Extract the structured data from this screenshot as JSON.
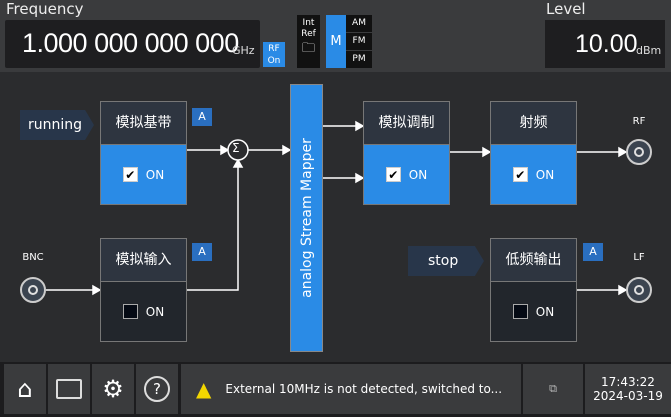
{
  "header": {
    "frequency_label": "Frequency",
    "frequency_value": "1.000 000 000 000",
    "frequency_unit": "GHz",
    "rf_label": "RF",
    "rf_state": "On",
    "int_ref": [
      "Int",
      "Ref"
    ],
    "mod_label": "M",
    "mod_options": [
      "AM",
      "FM",
      "PM"
    ],
    "mod_selected": "FM",
    "level_label": "Level",
    "level_value": "10.00",
    "level_unit": "dBm"
  },
  "diagram": {
    "running_tag": "running",
    "stop_tag": "stop",
    "badge": "A",
    "sum_symbol": "Σ",
    "mapper": "analog Stream Mapper",
    "blocks": {
      "baseband": {
        "title": "模拟基带",
        "state": "ON"
      },
      "analog_in": {
        "title": "模拟输入",
        "state": "ON"
      },
      "modulation": {
        "title": "模拟调制",
        "state": "ON"
      },
      "rf": {
        "title": "射频",
        "state": "ON"
      },
      "lf_out": {
        "title": "低频输出",
        "state": "ON"
      }
    },
    "connectors": {
      "bnc": "BNC",
      "rf": "RF",
      "lf": "LF"
    }
  },
  "status": {
    "message": "External 10MHz is not detected, switched to...",
    "time": "17:43:22",
    "date": "2024-03-19"
  },
  "colors": {
    "accent": "#2a8be6",
    "warning": "#f2d600"
  }
}
